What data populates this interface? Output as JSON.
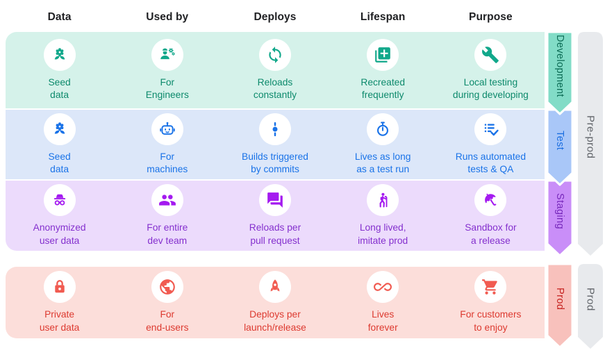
{
  "header": {
    "columns": [
      "Data",
      "Used by",
      "Deploys",
      "Lifespan",
      "Purpose"
    ],
    "text_color": "#202124"
  },
  "rows": [
    {
      "name": "development",
      "bg": "#d5f2ea",
      "icon_color": "#12a88b",
      "text_color": "#0d8a6c",
      "cells": [
        {
          "icon": "seedling-icon",
          "lines": [
            "Seed",
            "data"
          ]
        },
        {
          "icon": "engineer-icon",
          "lines": [
            "For",
            "Engineers"
          ]
        },
        {
          "icon": "sync-icon",
          "lines": [
            "Reloads",
            "constantly"
          ]
        },
        {
          "icon": "library-add-icon",
          "lines": [
            "Recreated",
            "frequently"
          ]
        },
        {
          "icon": "wrench-icon",
          "lines": [
            "Local testing",
            "during developing"
          ]
        }
      ]
    },
    {
      "name": "test",
      "bg": "#dce7f9",
      "icon_color": "#1a73e8",
      "text_color": "#1a73e8",
      "cells": [
        {
          "icon": "seedling-icon",
          "lines": [
            "Seed",
            "data"
          ]
        },
        {
          "icon": "robot-icon",
          "lines": [
            "For",
            "machines"
          ]
        },
        {
          "icon": "commit-icon",
          "lines": [
            "Builds triggered",
            "by commits"
          ]
        },
        {
          "icon": "stopwatch-icon",
          "lines": [
            "Lives as long",
            "as a test run"
          ]
        },
        {
          "icon": "checklist-icon",
          "lines": [
            "Runs automated",
            "tests & QA"
          ]
        }
      ]
    },
    {
      "name": "staging",
      "bg": "#ecdbfc",
      "icon_color": "#a41af0",
      "text_color": "#8430ce",
      "cells": [
        {
          "icon": "incognito-icon",
          "lines": [
            "Anonymized",
            "user data"
          ]
        },
        {
          "icon": "team-icon",
          "lines": [
            "For entire",
            "dev team"
          ]
        },
        {
          "icon": "forum-icon",
          "lines": [
            "Reloads per",
            "pull request"
          ]
        },
        {
          "icon": "hiker-icon",
          "lines": [
            "Long lived,",
            "imitate prod"
          ]
        },
        {
          "icon": "umbrella-icon",
          "lines": [
            "Sandbox for",
            "a release"
          ]
        }
      ]
    },
    {
      "name": "prod",
      "bg": "#fcdeda",
      "icon_color": "#f15b51",
      "text_color": "#dd3a30",
      "cells": [
        {
          "icon": "lock-icon",
          "lines": [
            "Private",
            "user data"
          ]
        },
        {
          "icon": "globe-icon",
          "lines": [
            "For",
            "end-users"
          ]
        },
        {
          "icon": "rocket-icon",
          "lines": [
            "Deploys per",
            "launch/release"
          ]
        },
        {
          "icon": "infinity-icon",
          "lines": [
            "Lives",
            "forever"
          ]
        },
        {
          "icon": "cart-icon",
          "lines": [
            "For customers",
            "to enjoy"
          ]
        }
      ]
    }
  ],
  "stages": [
    {
      "label": "Development",
      "fill": "#82dcc7",
      "text_color": "#0b6b54"
    },
    {
      "label": "Test",
      "fill": "#a9c7f8",
      "text_color": "#1a6ee0"
    },
    {
      "label": "Staging",
      "fill": "#c98ef8",
      "text_color": "#7627bb"
    },
    {
      "label": "Prod",
      "fill": "#f8c1bc",
      "text_color": "#c5221f"
    }
  ],
  "phases": [
    {
      "label": "Pre-prod"
    },
    {
      "label": "Prod"
    }
  ],
  "phase_style": {
    "fill": "#e8eaed",
    "text_color": "#5f6368"
  }
}
